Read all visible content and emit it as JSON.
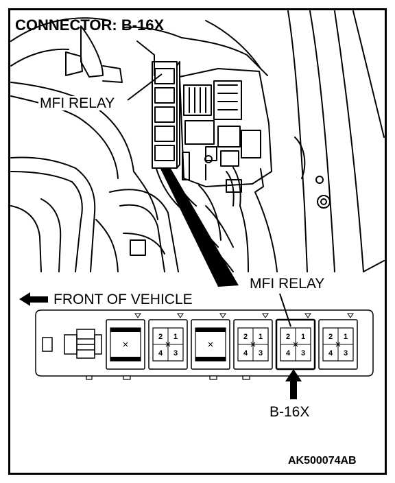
{
  "title": "CONNECTOR: B-16X",
  "callouts": {
    "relay_upper": "MFI RELAY",
    "relay_lower": "MFI RELAY",
    "direction": "FRONT OF VEHICLE",
    "connector": "B-16X"
  },
  "part_code": "AK500074AB",
  "relay_pins": [
    "2",
    "1",
    "4",
    "3"
  ],
  "relay_block": {
    "sockets": [
      {
        "pins": false
      },
      {
        "pins": true
      },
      {
        "pins": false
      },
      {
        "pins": true
      },
      {
        "pins": true,
        "highlighted": true
      },
      {
        "pins": true
      }
    ]
  }
}
